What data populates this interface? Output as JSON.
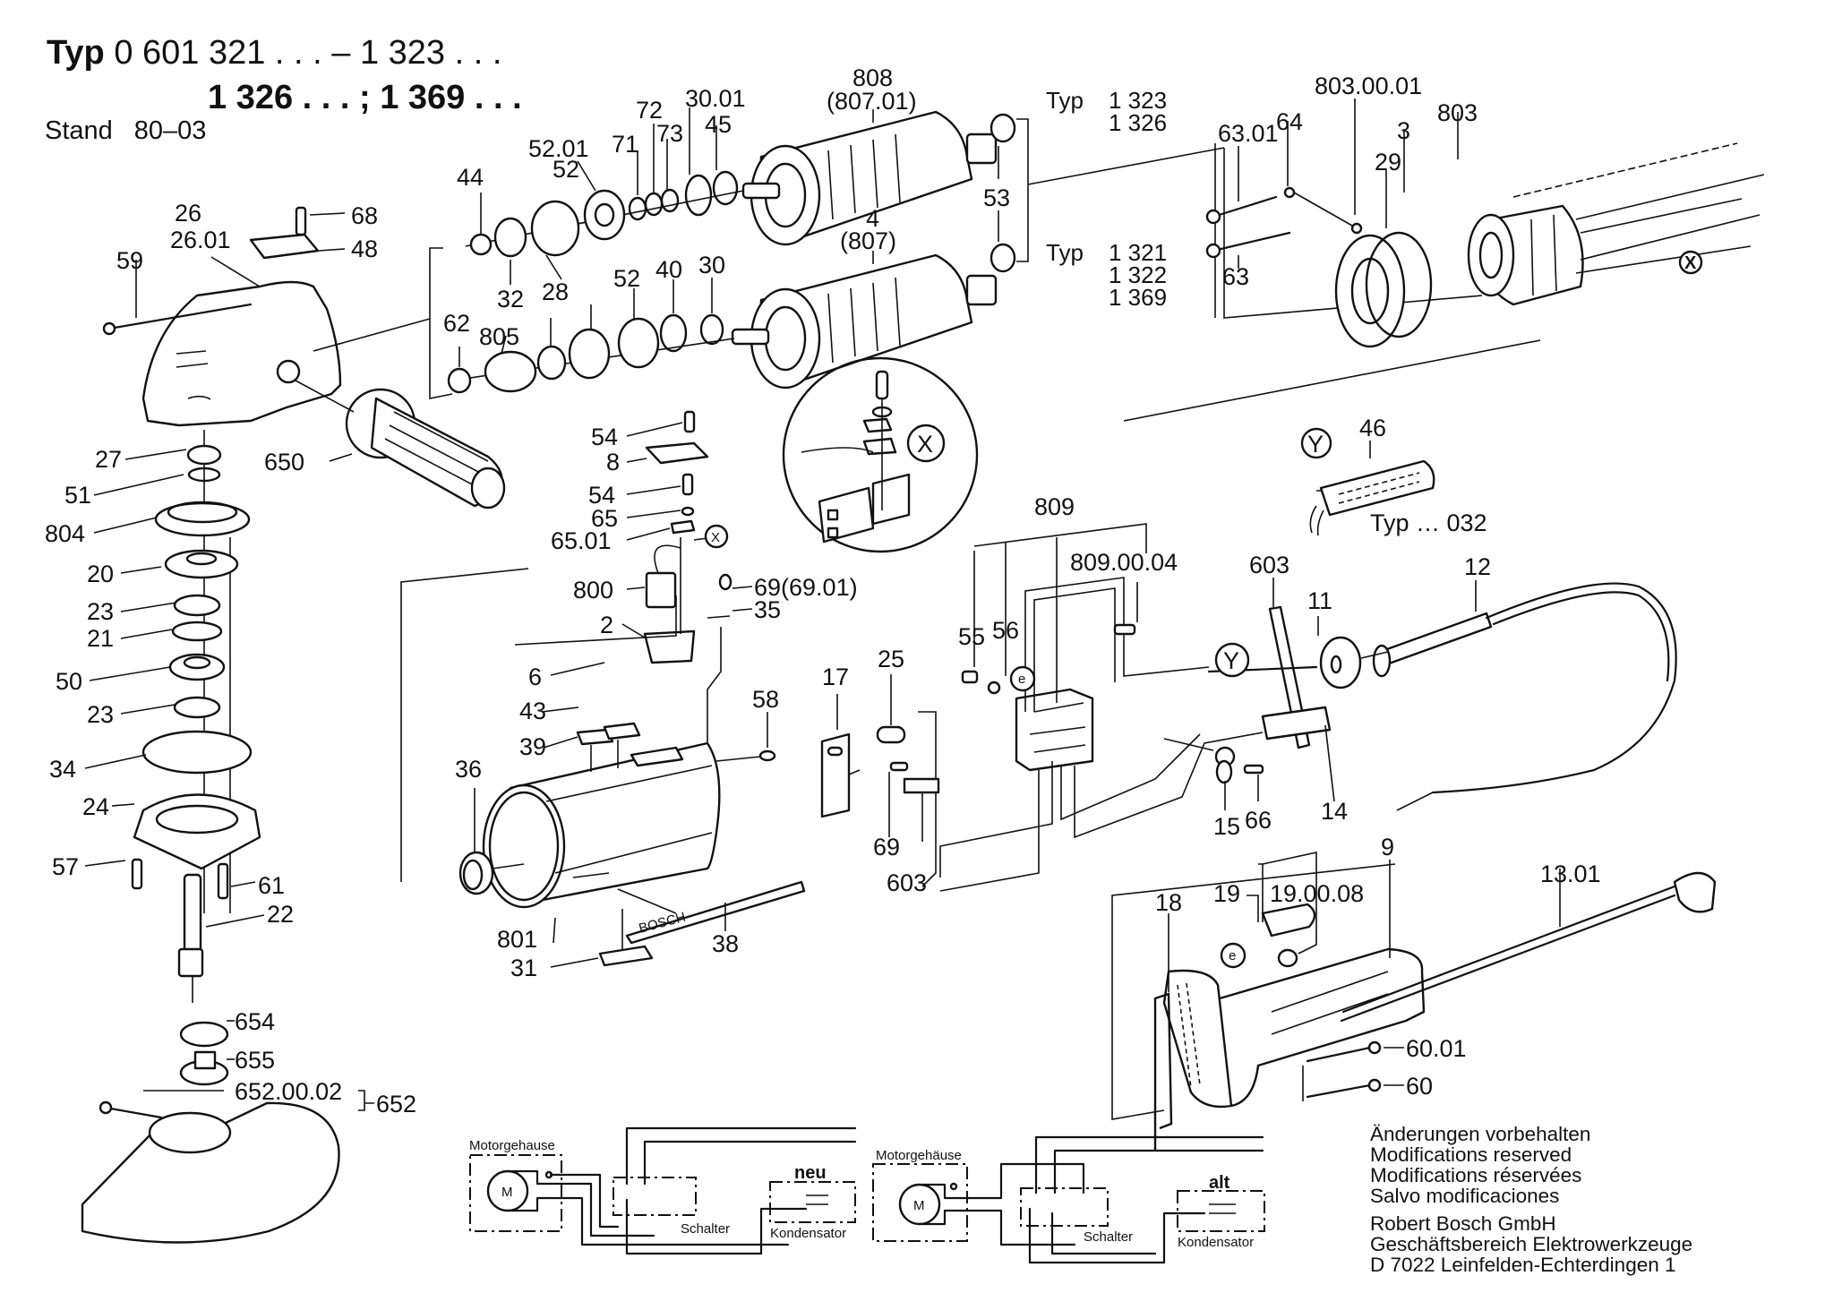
{
  "header": {
    "title_prefix": "Typ",
    "title_line1": "0 601 321 . . . – 1 323 . . .",
    "title_line2": "1 326 . . . ;  1 369 . . .",
    "stand_label": "Stand",
    "stand_value": "80–03"
  },
  "type_groups": {
    "upper": {
      "prefix": "Typ",
      "models": [
        "1 323",
        "1 326"
      ]
    },
    "lower": {
      "prefix": "Typ",
      "models": [
        "1 321",
        "1 322",
        "1 369"
      ]
    },
    "cable_variant": "Typ … 032"
  },
  "callout_markers": {
    "x": "X",
    "y": "Y",
    "e": "e"
  },
  "parts": {
    "gear_head": [
      "26",
      "26.01",
      "59",
      "68",
      "48",
      "27",
      "51",
      "804",
      "20",
      "23",
      "21",
      "50",
      "23",
      "34",
      "24",
      "57",
      "61",
      "22",
      "654",
      "655",
      "652.00.02",
      "652",
      "650"
    ],
    "armature": [
      "44",
      "32",
      "28",
      "52.01",
      "52",
      "71",
      "72",
      "73",
      "30.01",
      "45",
      "808",
      "(807.01)",
      "4",
      "(807)",
      "53",
      "62",
      "805",
      "52",
      "40",
      "30"
    ],
    "field": [
      "63.01",
      "64",
      "63",
      "29",
      "803.00.01",
      "3",
      "803"
    ],
    "brushes": [
      "54",
      "8",
      "54",
      "65",
      "65.01",
      "800",
      "2",
      "6",
      "69(69.01)",
      "35"
    ],
    "housing": [
      "43",
      "39",
      "36",
      "801",
      "31",
      "38",
      "58",
      "17",
      "69",
      "25",
      "603"
    ],
    "switch": [
      "809",
      "809.00.04",
      "55",
      "56",
      "603",
      "11",
      "12",
      "14",
      "15",
      "66",
      "46"
    ],
    "handle": [
      "18",
      "19",
      "19.00.08",
      "9",
      "13.01",
      "60.01",
      "60"
    ]
  },
  "wiring": {
    "new": {
      "tag": "neu",
      "motor_housing": "Motorgehause",
      "motor": "M",
      "switch": "Schalter",
      "capacitor": "Kondensator"
    },
    "old": {
      "tag": "alt",
      "motor_housing": "Motorgehäuse",
      "motor": "M",
      "switch": "Schalter",
      "capacitor": "Kondensator"
    }
  },
  "footer": {
    "notice_de": "Änderungen vorbehalten",
    "notice_en": "Modifications reserved",
    "notice_fr": "Modifications réservées",
    "notice_es": "Salvo modificaciones",
    "company": "Robert Bosch GmbH",
    "division": "Geschäftsbereich Elektrowerkzeuge",
    "address": "D 7022 Leinfelden-Echterdingen 1"
  },
  "nameplate_text": "BOSCH"
}
